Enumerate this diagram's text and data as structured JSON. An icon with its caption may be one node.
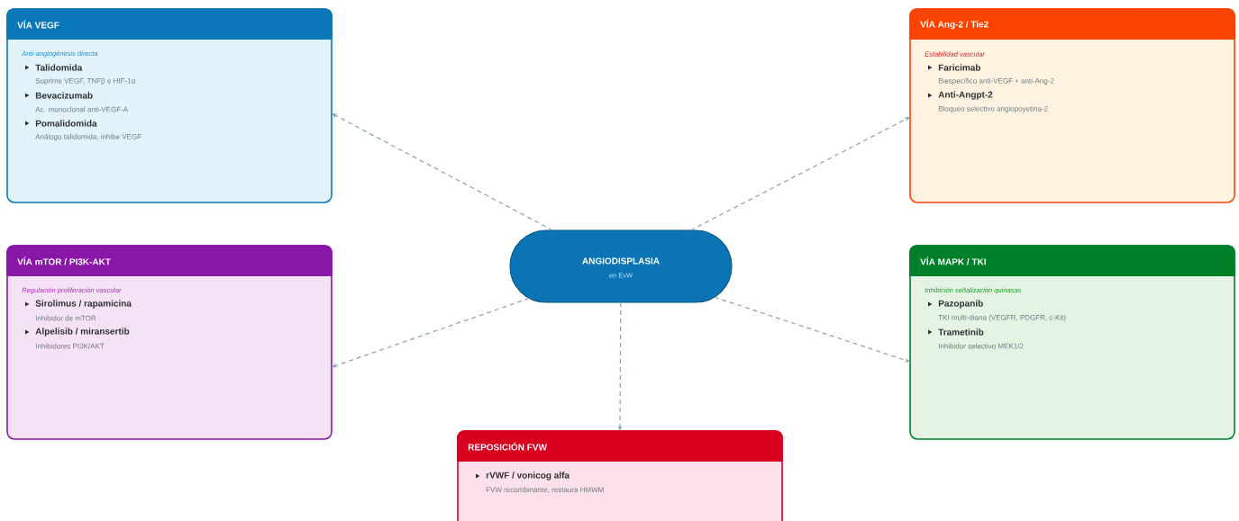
{
  "diagram": {
    "nodes": [
      {
        "text": [
          "VÍA VEGF",
          "Anti-angiogénesis directa",
          "Talidomida",
          "Suprime VEGF, TNFβ e HIF-1α",
          "Bevacizumab",
          "Ac. monoclonal anti-VEGF-A",
          "Pomalidomida",
          "Análogo talidomida, inhibe VEGF"
        ]
      },
      {
        "text": [
          "VÍA Ang-2 / Tie2",
          "Estabilidad vascular",
          "Faricimab",
          "Biespecífico anti-VEGF + anti-Ang-2",
          "Anti-Angpt-2",
          "Bloqueo selectivo angiopoyetina-2"
        ]
      },
      {
        "text": [
          "ANGIODISPLASIA",
          "en EvW"
        ]
      },
      {
        "text": [
          "VÍA mTOR / PI3K-AKT",
          "Regulación proliferación vascular",
          "Sirolimus / rapamicina",
          "Inhibidor de mTOR",
          "Alpelisib / miransertib",
          "Inhibidores PI3K/AKT"
        ]
      },
      {
        "text": [
          "VÍA MAPK / TKI",
          "Inhibición señalización quinasas",
          "Pazopanib",
          "TKI multi-diana (VEGFR, PDGFR, c-Kit)",
          "Trametinib",
          "Inhibidor selectivo MEK1/2"
        ]
      },
      {
        "text": [
          "REPOSICIÓN FVW",
          "rVWF / vonicog alfa",
          "FVW recombinante, restaura HMWM"
        ]
      }
    ],
    "edges": [
      {
        "from": 2,
        "to": 0,
        "arrow": "to"
      },
      {
        "from": 2,
        "to": 1,
        "arrow": "to"
      },
      {
        "from": 2,
        "to": 3,
        "arrow": "to"
      },
      {
        "from": 2,
        "to": 4,
        "arrow": "to"
      },
      {
        "from": 2,
        "to": 5,
        "arrow": "to"
      }
    ]
  }
}
